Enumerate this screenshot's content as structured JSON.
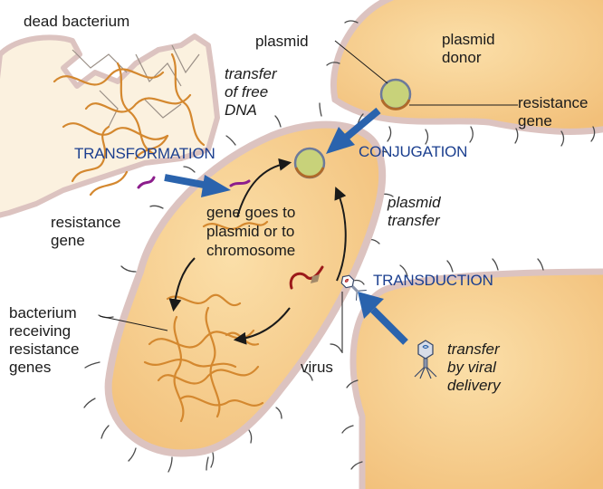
{
  "colors": {
    "cell_fill": "#f7cf8f",
    "cell_membrane": "#dcc3c0",
    "dna": "#d4882f",
    "resistance_gene": "#8c1d8c",
    "plasmid_fill": "#c8d27a",
    "arrow_blue": "#2a63ad",
    "process_text": "#1b3f8f",
    "flagella": "#4a4a4a"
  },
  "labels": {
    "dead_bacterium": "dead bacterium",
    "transfer_free_dna": "transfer\nof free\nDNA",
    "plasmid": "plasmid",
    "plasmid_donor": "plasmid\ndonor",
    "resistance_gene_right": "resistance\ngene",
    "resistance_gene_left": "resistance\ngene",
    "gene_goes_to": "gene goes to\nplasmid or to\nchromosome",
    "plasmid_transfer": "plasmid\ntransfer",
    "bacterium_receiving": "bacterium\nreceiving\nresistance\ngenes",
    "virus": "virus",
    "transfer_by_viral": "transfer\nby viral\ndelivery"
  },
  "processes": {
    "transformation": "TRANSFORMATION",
    "conjugation": "CONJUGATION",
    "transduction": "TRANSDUCTION"
  },
  "icons": [
    "phage-icon",
    "plasmid-icon",
    "dna-strand-icon",
    "blue-arrow-icon"
  ]
}
